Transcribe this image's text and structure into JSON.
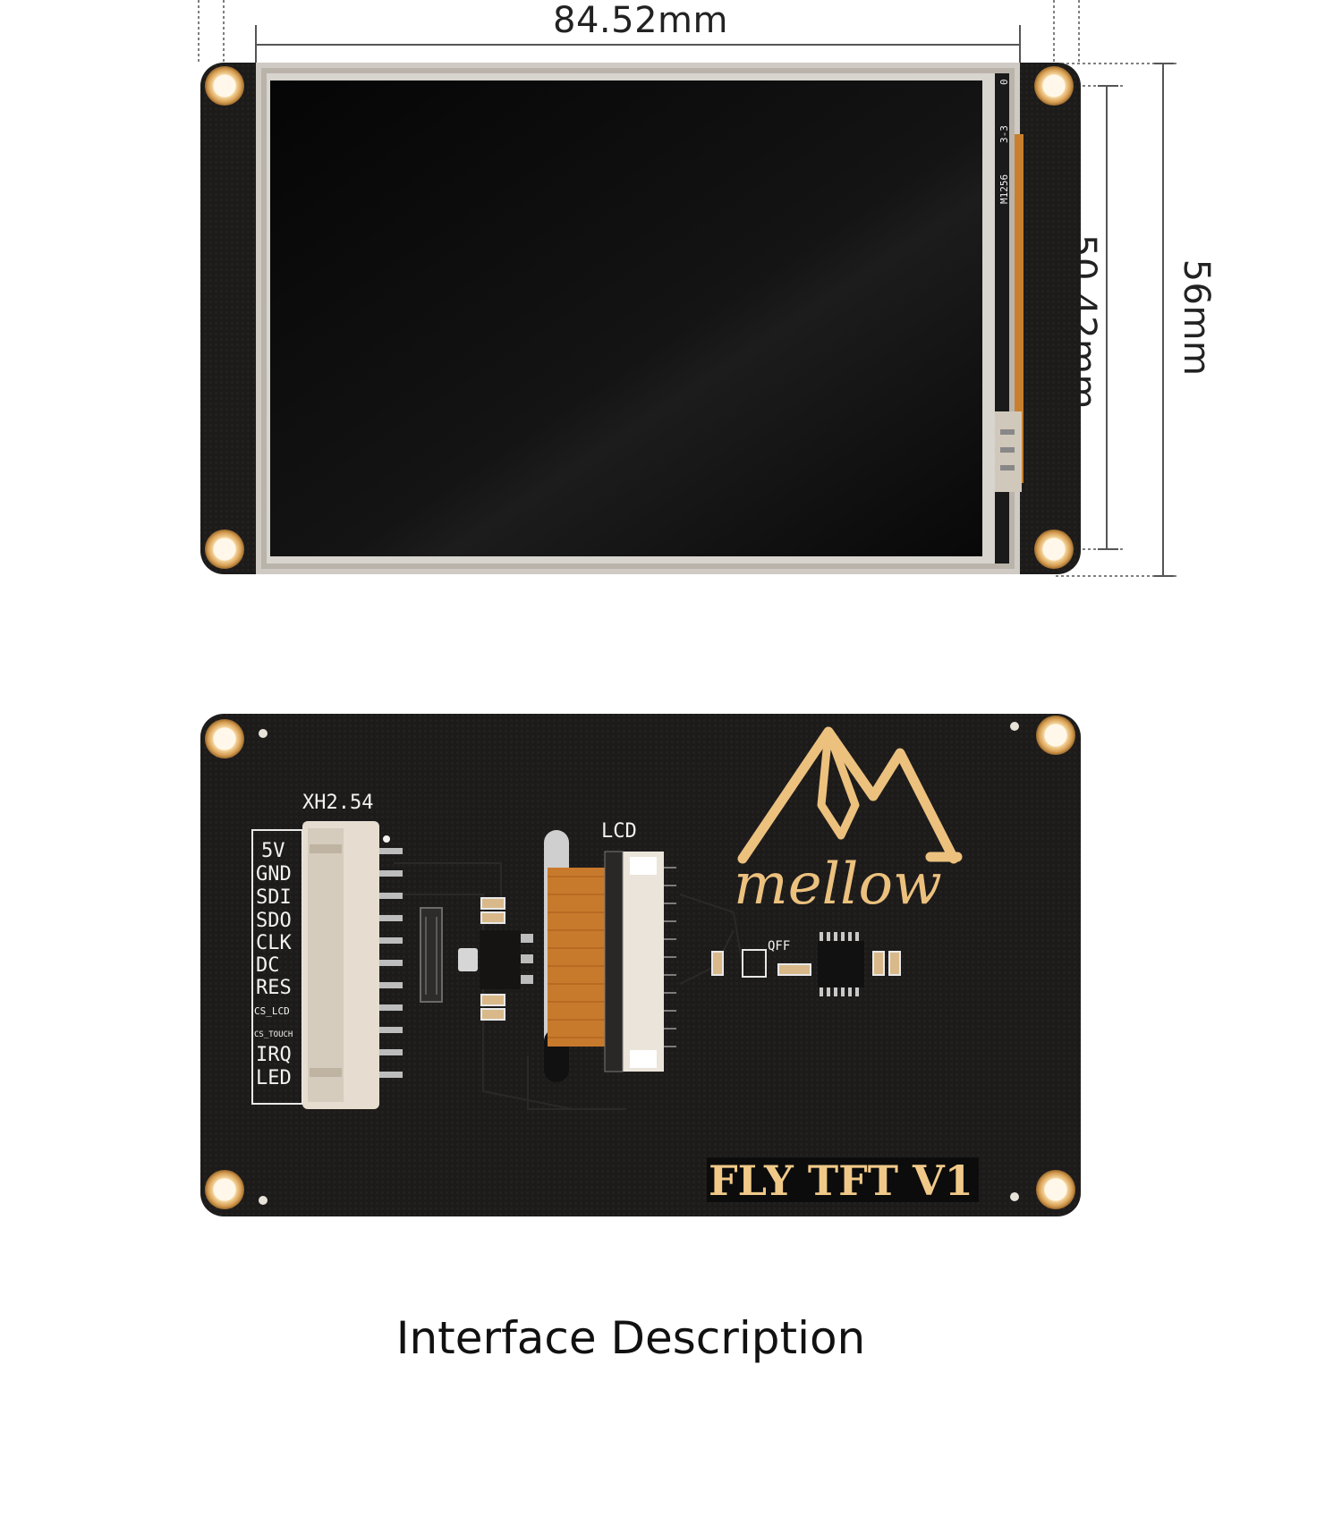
{
  "dimensions": {
    "width_label": "84.52mm",
    "inner_height_label": "50.42mm",
    "outer_height_label": "56mm"
  },
  "front_board": {
    "fpc_markings": [
      "0",
      "3-3",
      "M1256"
    ]
  },
  "back_board": {
    "connector_label": "XH2.54",
    "fpc_connector_label": "LCD",
    "pins": [
      "5V",
      "GND",
      "SDI",
      "SDO",
      "CLK",
      "DC",
      "RES",
      "CS_LCD",
      "CS_TOUCH",
      "IRQ",
      "LED"
    ],
    "chip_label": "QFF",
    "brand": "mellow",
    "model": "FLY TFT V1"
  },
  "caption": "Interface Description",
  "colors": {
    "pcb": "#1c1a19",
    "gold": "#e3b06b",
    "fpc": "#c87a2c",
    "connector": "#e6ddd0"
  }
}
